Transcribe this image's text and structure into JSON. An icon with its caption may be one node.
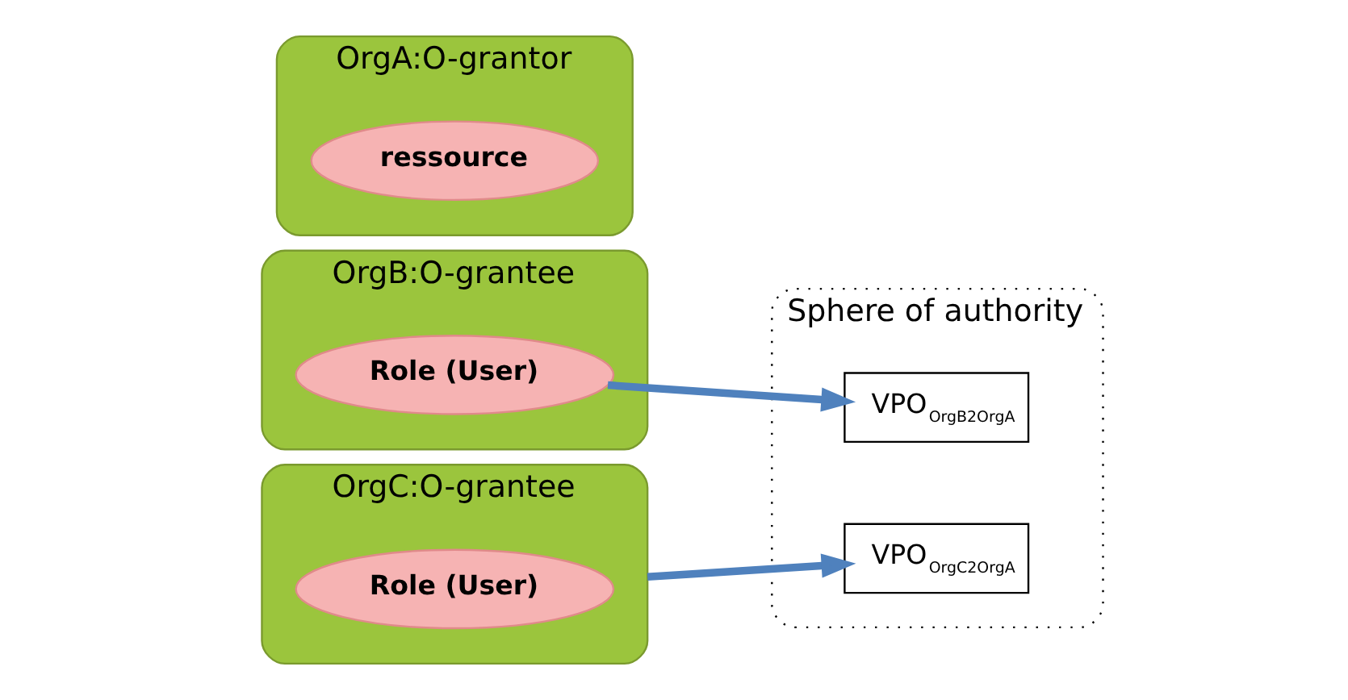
{
  "diagram": {
    "nodes": [
      {
        "text": [
          "OrgB:O-grantee"
        ]
      },
      {
        "text": [
          "Role (User)"
        ],
        "in": 0
      },
      {
        "text": [
          "OrgC:O-grantee"
        ]
      },
      {
        "text": [
          "Role (User)"
        ],
        "in": 2
      },
      {
        "text": [
          "Sphere of authority"
        ]
      },
      {
        "text": [
          "VPO$_{OrgB2OrgA}$"
        ],
        "in": 4
      },
      {
        "text": [
          "VPO$_{OrgC2OrgA}$"
        ],
        "in": 4
      },
      {
        "text": [
          "OrgA:O-grantor"
        ]
      },
      {
        "text": [
          "ressource"
        ],
        "in": 7
      }
    ],
    "edges": [
      {
        "from": 1,
        "to": 5,
        "arrow": "to"
      },
      {
        "from": 2,
        "to": 6,
        "arrow": "to"
      }
    ]
  }
}
